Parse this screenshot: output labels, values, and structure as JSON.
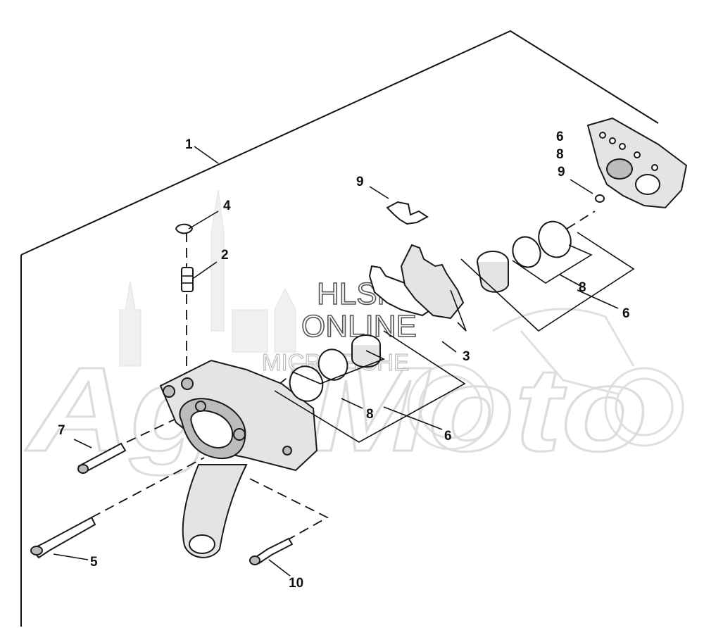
{
  "diagram": {
    "callouts": [
      "1",
      "2",
      "3",
      "4",
      "5",
      "6",
      "6",
      "6",
      "7",
      "8",
      "8",
      "8",
      "9",
      "9",
      "10"
    ],
    "watermark": {
      "line1": "HLSM",
      "line2": "ONLINE",
      "line3": "MICROFICHE",
      "logo": "AgriMoto"
    }
  }
}
